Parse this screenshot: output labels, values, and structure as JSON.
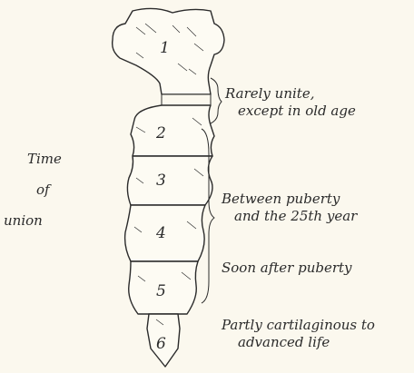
{
  "segment_numbers": [
    "1",
    "2",
    "3",
    "4",
    "5",
    "6"
  ],
  "left_label": {
    "line1": "Time",
    "line2": "of",
    "line3": "union"
  },
  "annotations": {
    "rarely": {
      "line1": "Rarely unite,",
      "line2": "except in old age"
    },
    "between": {
      "line1": "Between puberty",
      "line2": "and the 25th year"
    },
    "soon": {
      "line1": "Soon after puberty"
    },
    "partly": {
      "line1": "Partly cartilaginous to",
      "line2": "advanced life"
    }
  }
}
